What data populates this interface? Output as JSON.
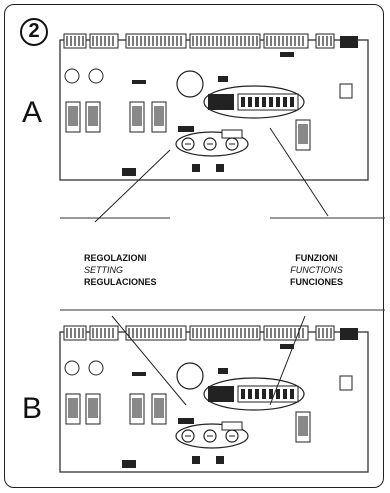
{
  "figure_number": "2",
  "panels": [
    {
      "letter": "A"
    },
    {
      "letter": "B"
    }
  ],
  "labels": {
    "settings": {
      "line1": "REGOLAZIONI",
      "line2": "SETTING",
      "line3": "REGULACIONES"
    },
    "functions": {
      "line1": "FUNZIONI",
      "line2": "FUNCTIONS",
      "line3": "FUNCIONES"
    }
  }
}
